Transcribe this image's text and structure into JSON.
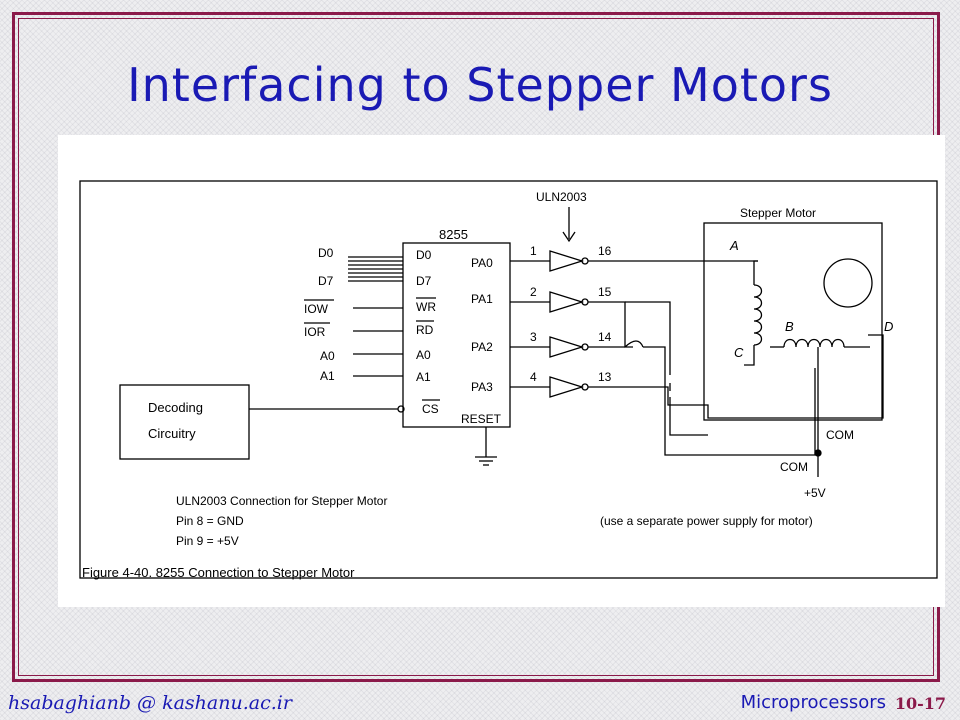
{
  "slide": {
    "title": "Interfacing to Stepper Motors",
    "footer_email": "hsabaghianb @ kashanu.ac.ir",
    "footer_course": "Microprocessors",
    "footer_page": "10-17"
  },
  "diagram": {
    "caption": "Figure 4-40. 8255 Connection to Stepper Motor",
    "ic_8255": {
      "name": "8255",
      "left_pins": [
        "D0",
        "D7",
        "WR",
        "RD",
        "A0",
        "A1",
        "CS"
      ],
      "right_pins": [
        "PA0",
        "PA1",
        "PA2",
        "PA3"
      ],
      "reset_pin": "RESET"
    },
    "bus_signals": [
      "D0",
      "D7",
      "IOW",
      "IOR",
      "A0",
      "A1"
    ],
    "decoder_lines": [
      "Decoding",
      "Circuitry"
    ],
    "driver": {
      "name": "ULN2003",
      "inputs": [
        "1",
        "2",
        "3",
        "4"
      ],
      "outputs": [
        "16",
        "15",
        "14",
        "13"
      ]
    },
    "motor": {
      "title": "Stepper Motor",
      "coil_labels": [
        "A",
        "C",
        "B",
        "D"
      ],
      "com_labels": [
        "COM",
        "COM"
      ],
      "supply": "+5V"
    },
    "notes": [
      "ULN2003 Connection for Stepper Motor",
      "Pin 8 = GND",
      "Pin 9 = +5V"
    ],
    "supply_note": "(use a separate power supply for motor)"
  }
}
